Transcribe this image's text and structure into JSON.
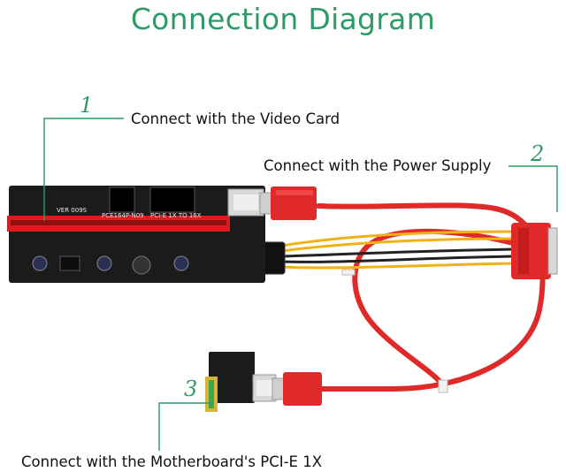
{
  "title": "Connection Diagram",
  "callouts": [
    {
      "number": "1",
      "text": "Connect with the Video Card"
    },
    {
      "number": "2",
      "text": "Connect with the Power Supply"
    },
    {
      "number": "3",
      "text": "Connect with the Motherboard's PCI-E 1X"
    }
  ],
  "board_labels": {
    "version": "VER 009S",
    "model": "PCE164P-N09",
    "slot": "PCI-E 1X TO 16X"
  },
  "colors": {
    "title": "#2e9a66",
    "leader_line": "#2e9a66",
    "cable": "#e02a2a",
    "pcb": "#1b1b1b",
    "slot": "#d81e1e"
  }
}
